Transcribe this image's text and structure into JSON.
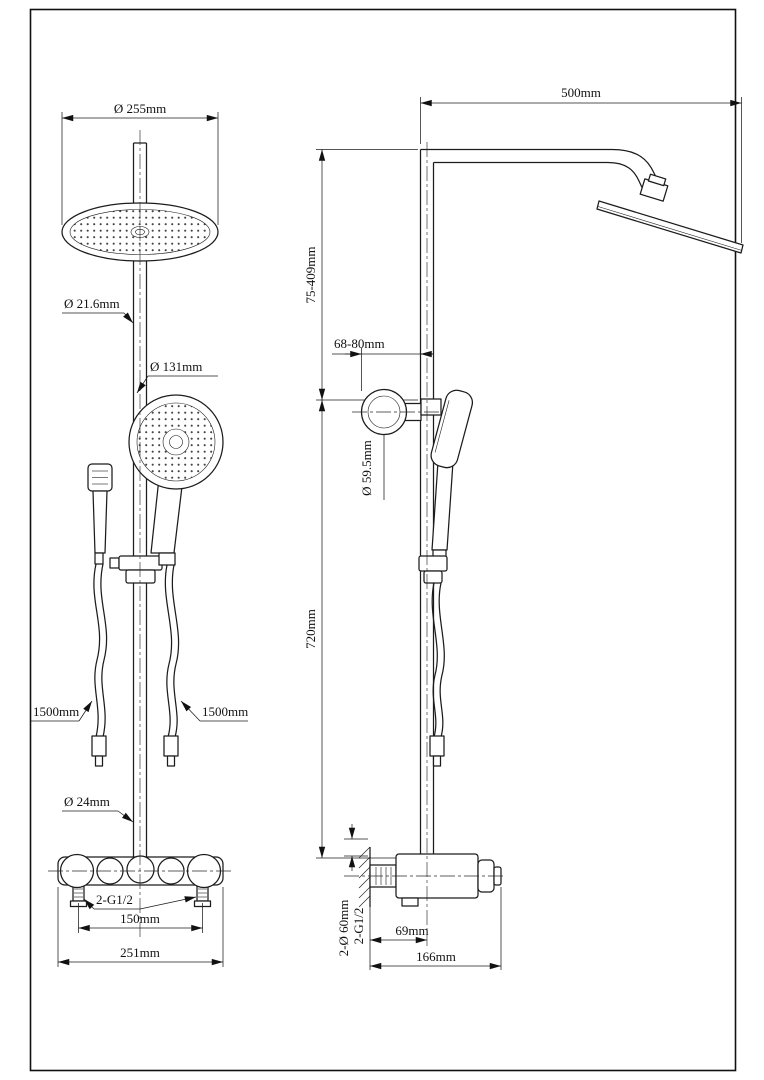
{
  "front": {
    "head_diameter": "Ø 255mm",
    "pipe_diameter": "Ø 21.6mm",
    "hand_shower_diameter": "Ø 131mm",
    "hose_left_length": "1500mm",
    "hose_right_length": "1500mm",
    "pipe_lower_diameter": "Ø 24mm",
    "inlet_thread": "2-G1/2",
    "inlet_spacing": "150mm",
    "overall_width": "251mm"
  },
  "side": {
    "arm_length": "500mm",
    "head_height_range": "75-409mm",
    "wall_clearance": "68-80mm",
    "escutcheon_diameter": "Ø 59.5mm",
    "column_height": "720mm",
    "wall_escutcheon": "2-Ø 60mm",
    "wall_thread": "2-G1/2",
    "wall_to_pipe": "69mm",
    "overall_depth": "166mm"
  }
}
